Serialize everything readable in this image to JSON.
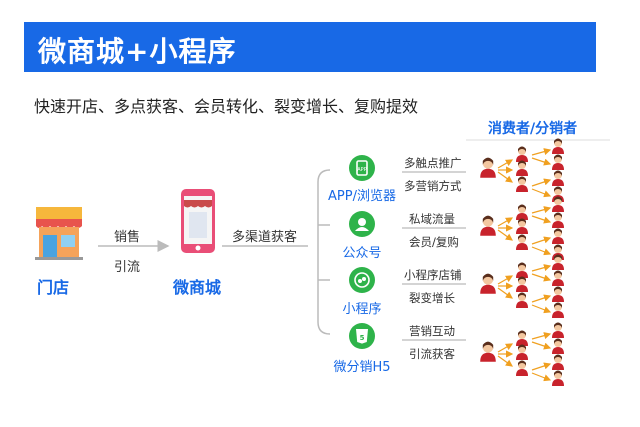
{
  "header": {
    "title": "微商城+小程序"
  },
  "subtitle": "快速开店、多点获客、会员转化、裂变增长、复购提效",
  "store": {
    "label": "门店"
  },
  "arrows": {
    "top_label": "销售",
    "bottom_label": "引流",
    "channel_label": "多渠道获客"
  },
  "mall": {
    "label": "微商城"
  },
  "consumer_header": "消费者/分销者",
  "channels": [
    {
      "name": "APP/浏览器",
      "icon": "app-icon",
      "features": [
        "多触点推广",
        "多营销方式"
      ]
    },
    {
      "name": "公众号",
      "icon": "official-account-icon",
      "features": [
        "私域流量",
        "会员/复购"
      ]
    },
    {
      "name": "小程序",
      "icon": "mini-program-icon",
      "features": [
        "小程序店铺",
        "裂变增长"
      ]
    },
    {
      "name": "微分销H5",
      "icon": "h5-icon",
      "features": [
        "营销互动",
        "引流获客"
      ]
    }
  ],
  "colors": {
    "accent": "#1869e6",
    "channel_green": "#2eb34a",
    "person_red": "#c8232c",
    "line_gray": "#bbbbbb"
  }
}
